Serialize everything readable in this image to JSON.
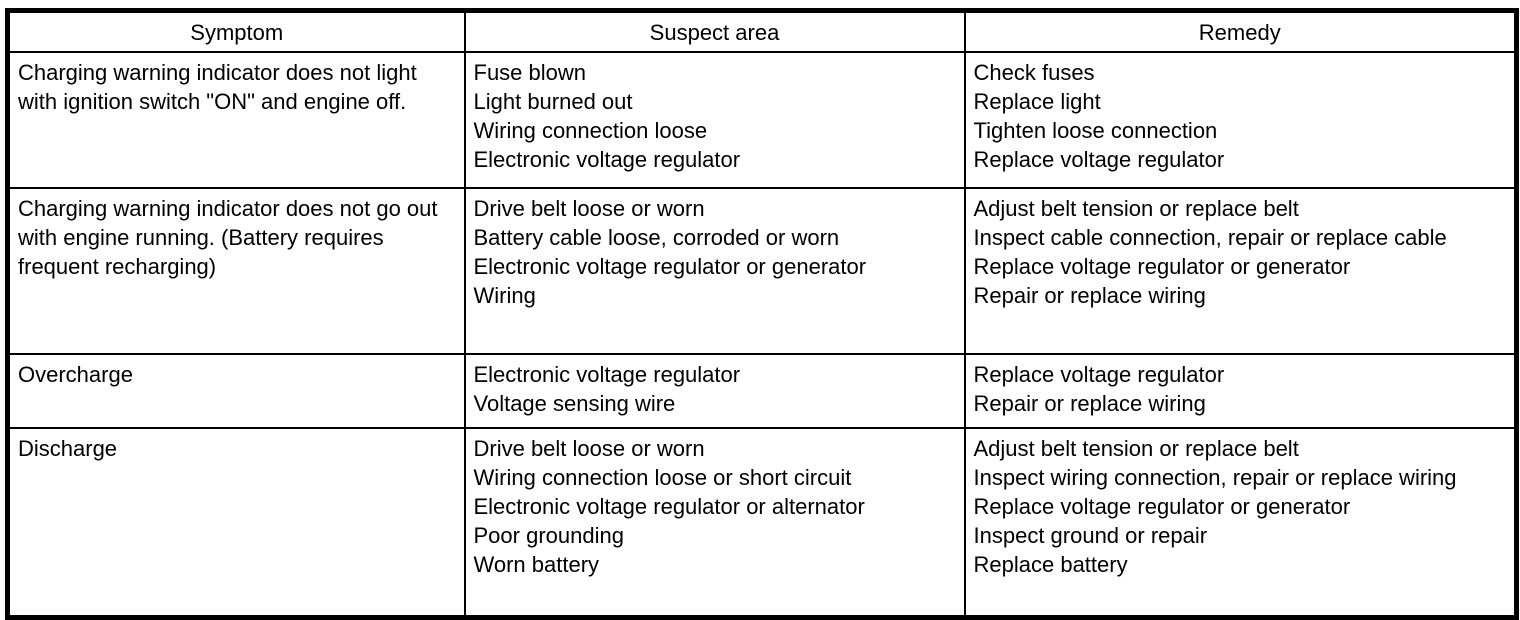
{
  "table": {
    "columns": [
      "Symptom",
      "Suspect area",
      "Remedy"
    ],
    "rows": [
      {
        "symptom": "Charging warning indicator does not light with ignition switch \"ON\" and engine off.",
        "suspect_area": [
          "Fuse blown",
          "Light burned out",
          "Wiring connection loose",
          "Electronic voltage regulator"
        ],
        "remedy": [
          "Check fuses",
          "Replace light",
          "Tighten loose connection",
          "Replace voltage regulator"
        ]
      },
      {
        "symptom": "Charging warning indicator does not go out with engine running. (Battery requires frequent recharging)",
        "suspect_area": [
          "Drive belt loose or worn",
          "Battery cable loose, corroded or worn",
          "Electronic voltage regulator or generator",
          "Wiring"
        ],
        "remedy": [
          "Adjust belt tension or replace belt",
          "Inspect cable connection, repair or replace cable",
          "Replace voltage regulator or generator",
          "Repair or replace wiring"
        ]
      },
      {
        "symptom": "Overcharge",
        "suspect_area": [
          "Electronic voltage regulator",
          "Voltage sensing wire"
        ],
        "remedy": [
          "Replace voltage regulator",
          "Repair or replace wiring"
        ]
      },
      {
        "symptom": "Discharge",
        "suspect_area": [
          "Drive belt loose or worn",
          "Wiring connection loose or short circuit",
          "Electronic voltage regulator or alternator",
          "Poor grounding",
          "Worn battery"
        ],
        "remedy": [
          "Adjust belt tension or replace belt",
          "Inspect wiring connection, repair or replace wiring",
          "Replace voltage regulator or generator",
          "Inspect ground or repair",
          "Replace battery"
        ]
      }
    ]
  }
}
